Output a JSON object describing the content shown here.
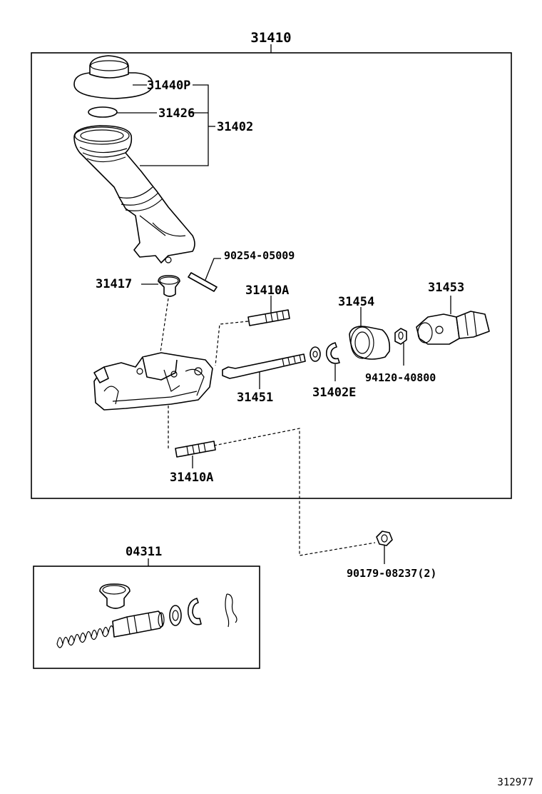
{
  "labels": {
    "assembly": "31410",
    "reservoir_cap": "31440P",
    "cap_gasket": "31426",
    "reservoir_group": "31402",
    "pin": "90254-05009",
    "grommet": "31417",
    "stud_upper": "31410A",
    "push_rod_boot": "31454",
    "clevis": "31453",
    "push_rod": "31451",
    "snap_ring": "31402E",
    "lock_nut": "94120-40800",
    "stud_lower": "31410A",
    "kit": "04311",
    "mount_nut": "90179-08237(2)",
    "figure_number": "312977"
  },
  "icons": {
    "master_cylinder_body": "master-cylinder-icon",
    "reservoir_hose": "reservoir-hose-icon",
    "cap": "reservoir-cap-icon",
    "spring": "spring-icon"
  }
}
